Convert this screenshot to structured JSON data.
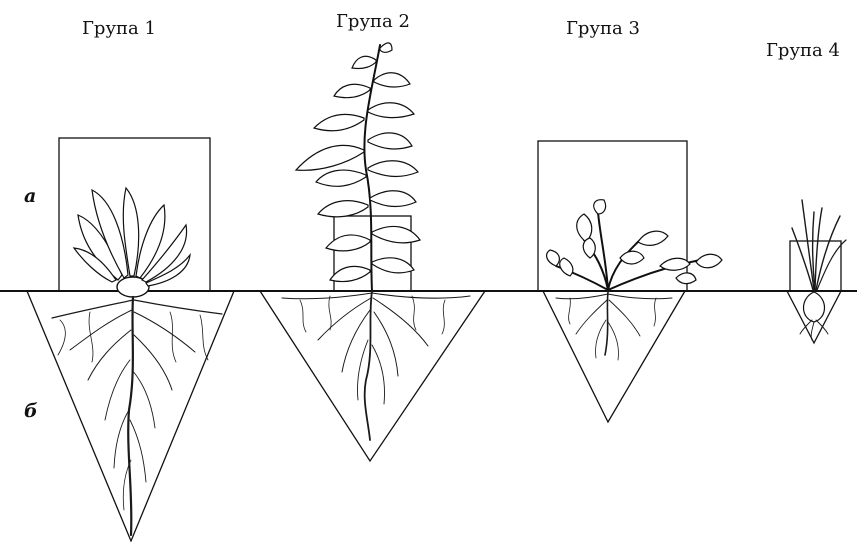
{
  "groups": [
    {
      "label": "Група 1"
    },
    {
      "label": "Група 2"
    },
    {
      "label": "Група 3"
    },
    {
      "label": "Група 4"
    }
  ],
  "zones": {
    "above": "а",
    "below": "б"
  }
}
